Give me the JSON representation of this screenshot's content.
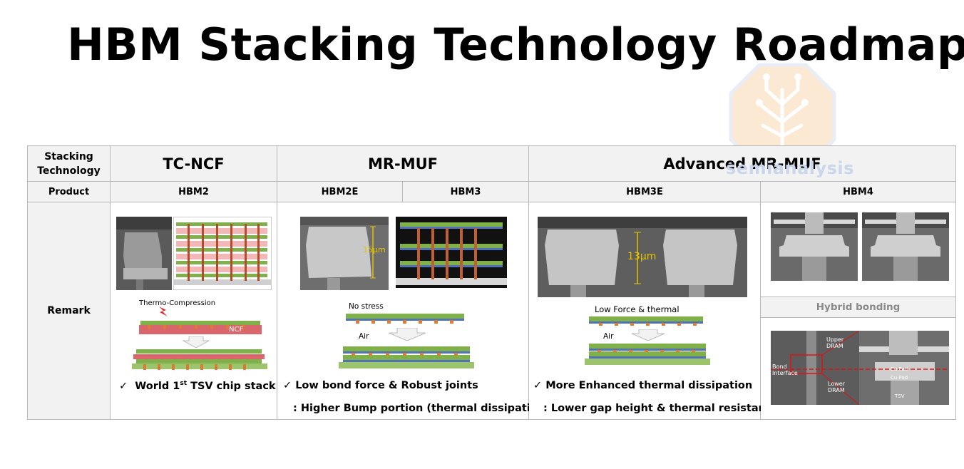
{
  "title": "HBM Stacking Technology Roadmap",
  "watermark_text": "semianalysis",
  "colors": {
    "header_bg": "#f2f2f2",
    "border": "#b8b8b8",
    "dram_green": "#7fb04a",
    "ncf_red": "#d9666b",
    "bump_orange": "#e07a2e"
  },
  "table": {
    "row_labels": {
      "stacking": "Stacking Technology",
      "product": "Product",
      "remark": "Remark"
    },
    "technologies": [
      "TC-NCF",
      "MR-MUF",
      "Advanced MR-MUF"
    ],
    "products": [
      "HBM2",
      "HBM2E",
      "HBM3",
      "HBM3E",
      "HBM4"
    ],
    "hybrid_label": "Hybrid bonding",
    "notes": {
      "tcncf": {
        "check": "✓",
        "pre": "World 1",
        "sup": "st",
        "post": " TSV chip stack"
      },
      "mrmuf_1": "✓  Low bond force & Robust joints",
      "mrmuf_2": ": Higher Bump portion (thermal dissipation↑)",
      "adv_1": "✓  More Enhanced thermal dissipation",
      "adv_2": ": Lower gap height & thermal resistance↓"
    },
    "figure_labels": {
      "thermo_compression": "Thermo-Compression",
      "ncf": "NCF",
      "no_stress": "No stress",
      "air": "Air",
      "air2": "Air",
      "low_force": "Low Force & thermal",
      "dim_15": "15μm",
      "dim_13": "13μm",
      "upper_dram": "Upper DRAM",
      "lower_dram": "Lower DRAM",
      "bond_interface": "Bond Interface",
      "cu_pad_1": "Cu Pad",
      "cu_pad_2": "Cu Pad",
      "tsv": "TSV"
    }
  }
}
